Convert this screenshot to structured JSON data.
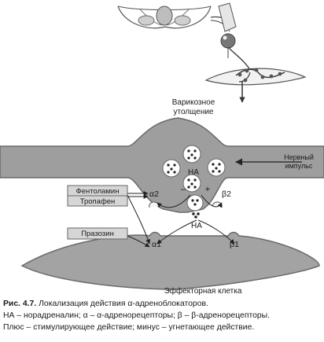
{
  "labels": {
    "varicose_line1": "Варикозное",
    "varicose_line2": "утолщение",
    "nerve_impulse_line1": "Нервный",
    "nerve_impulse_line2": "импульс",
    "na_vesicle": "НА",
    "na_cleft": "НА",
    "alpha2": "α2",
    "beta2": "β2",
    "alpha1": "α1",
    "beta1": "β1",
    "minus": "–",
    "plus": "+",
    "effector_cell": "Эффекторная клетка"
  },
  "drugs": {
    "phentolamine": "Фентоламин",
    "tropafen": "Тропафен",
    "prazosin": "Празозин"
  },
  "caption": {
    "figure_number": "Рис. 4.7.",
    "title": "Локализация действия α-адреноблокаторов.",
    "line2": "НА – норадреналин; α – α-адренорецепторы; β – β-адренорецепторы.",
    "line3": "Плюс – стимулирующее действие; минус – угнетающее действие."
  }
}
